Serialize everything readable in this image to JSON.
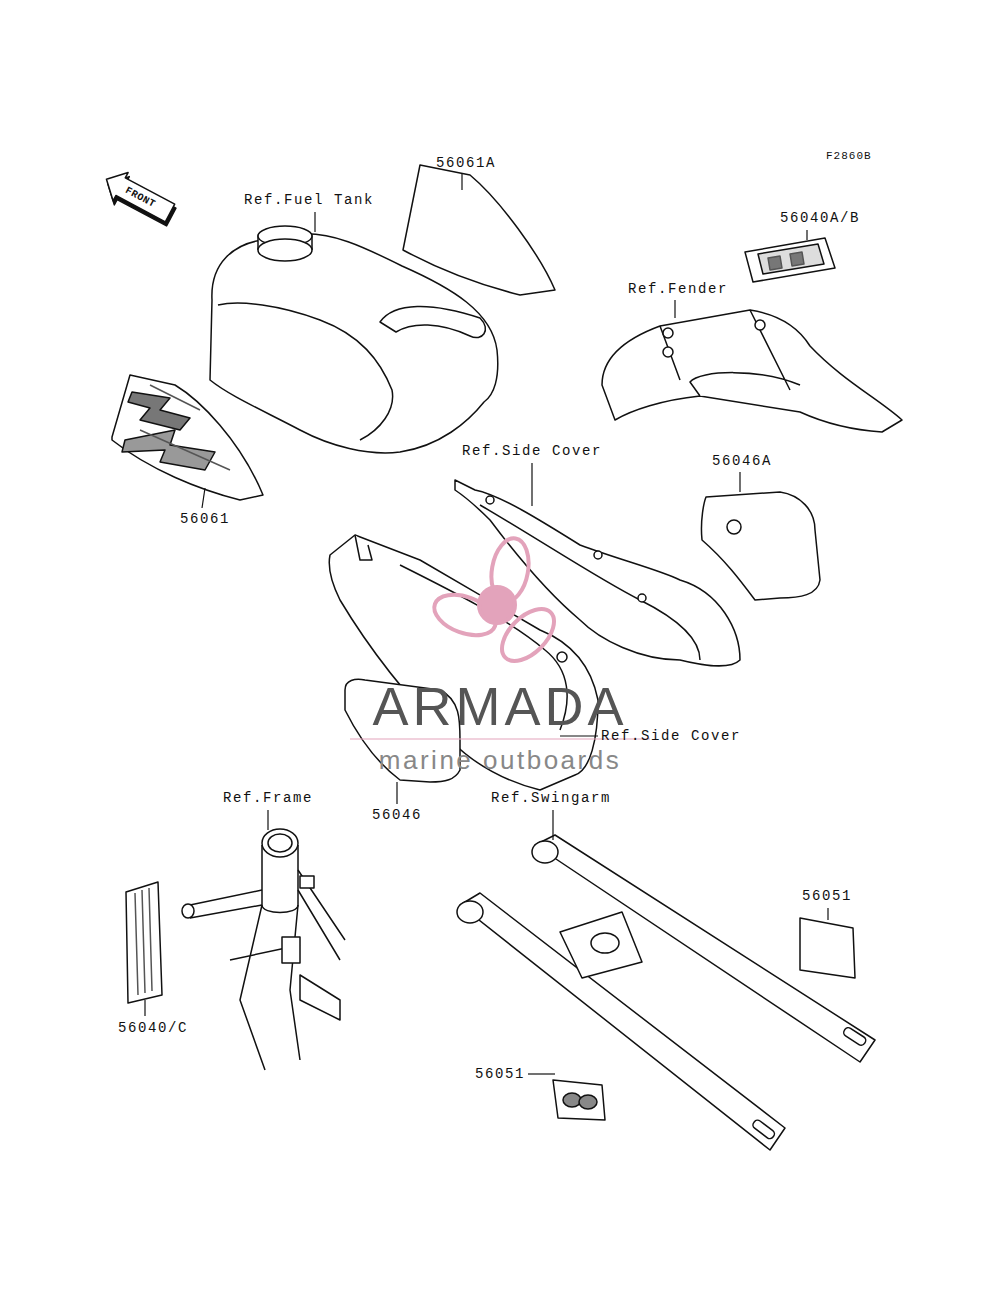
{
  "diagram": {
    "labels": [
      "F2860B",
      "FRONT",
      "Ref.Fuel Tank",
      "56061A",
      "56040A/B",
      "Ref.Fender",
      "56061",
      "Ref.Side Cover",
      "56046A",
      "Ref.Side Cover",
      "56046",
      "Ref.Frame",
      "Ref.Swingarm",
      "56051",
      "56040/C",
      "56051",
      "ARMADA",
      "marine outboards"
    ]
  }
}
